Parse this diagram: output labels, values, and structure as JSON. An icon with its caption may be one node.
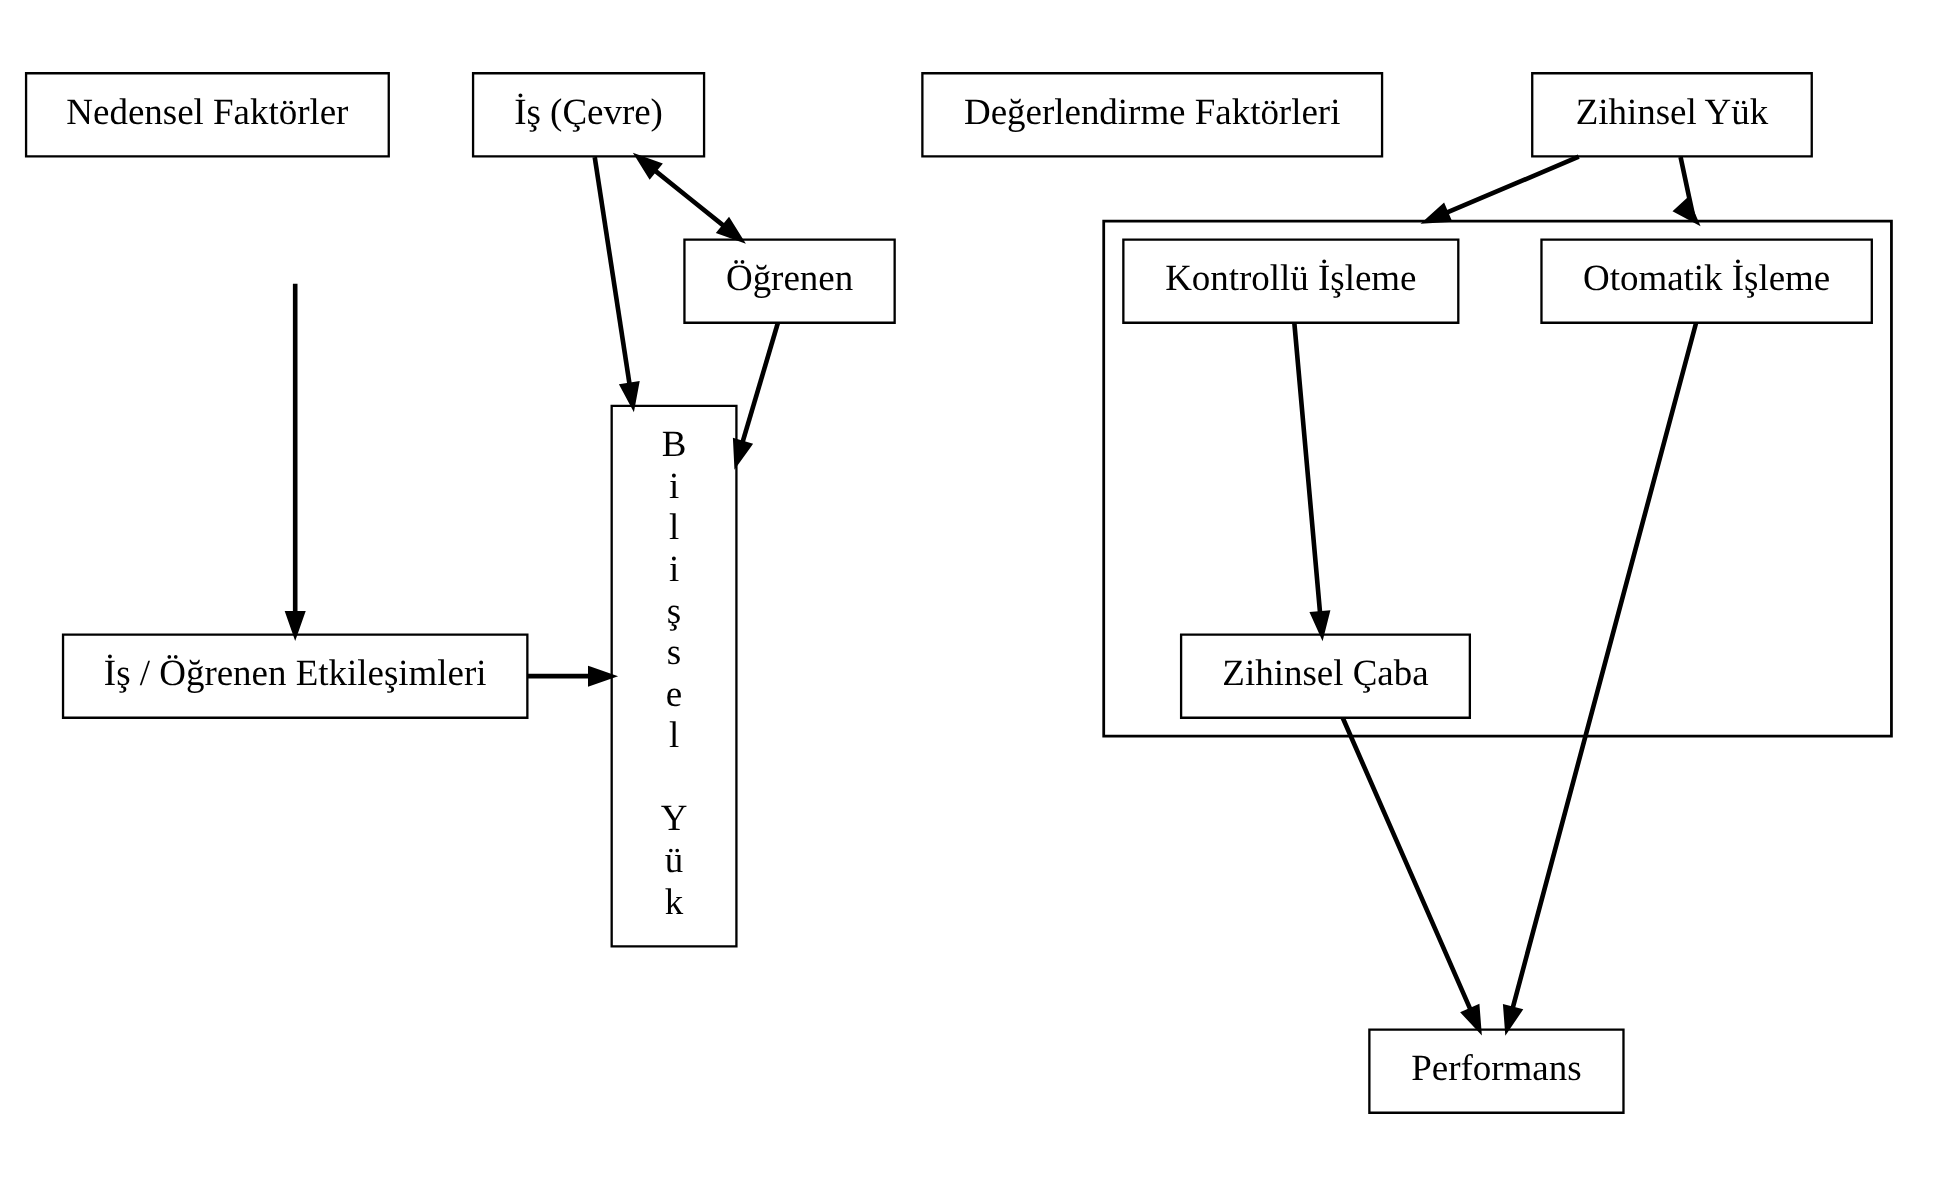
{
  "diagram": {
    "nodes": [
      {
        "text": [
          "Nedensel Faktörler"
        ]
      },
      {
        "text": [
          "İş (Çevre)"
        ]
      },
      {
        "text": [
          "İş / Öğrenen Etkileşimleri"
        ]
      },
      {
        "text": [
          "Öğrenen"
        ]
      },
      {
        "text": [
          "Bilişsel Yük"
        ]
      },
      {
        "text": [
          "Değerlendirme Faktörleri"
        ]
      },
      {
        "text": [
          "Zihinsel Yük"
        ]
      },
      {
        "text": [],
        "shape": "box"
      },
      {
        "text": [
          "Kontrollü İşleme"
        ],
        "in": 7
      },
      {
        "text": [
          "Otomatik İşleme"
        ],
        "in": 7
      },
      {
        "text": [
          "Zihinsel Çaba"
        ],
        "in": 7
      },
      {
        "text": [
          "Performans"
        ]
      }
    ],
    "edges": [
      {
        "from": 1,
        "to": 4,
        "arrow": "to"
      },
      {
        "from": 2,
        "to": 4,
        "arrow": "to"
      },
      {
        "from": 3,
        "to": 4,
        "arrow": "to"
      },
      {
        "from": 1,
        "to": 3,
        "arrow": "both"
      },
      {
        "from": null,
        "to": 2,
        "arrow": "to"
      },
      {
        "from": 6,
        "to": 7,
        "arrow": "to"
      },
      {
        "from": 6,
        "to": 7,
        "arrow": "to"
      },
      {
        "from": 8,
        "to": 10,
        "arrow": "to"
      },
      {
        "from": 10,
        "to": 11,
        "arrow": "to"
      },
      {
        "from": 9,
        "to": 11,
        "arrow": "to"
      }
    ]
  }
}
